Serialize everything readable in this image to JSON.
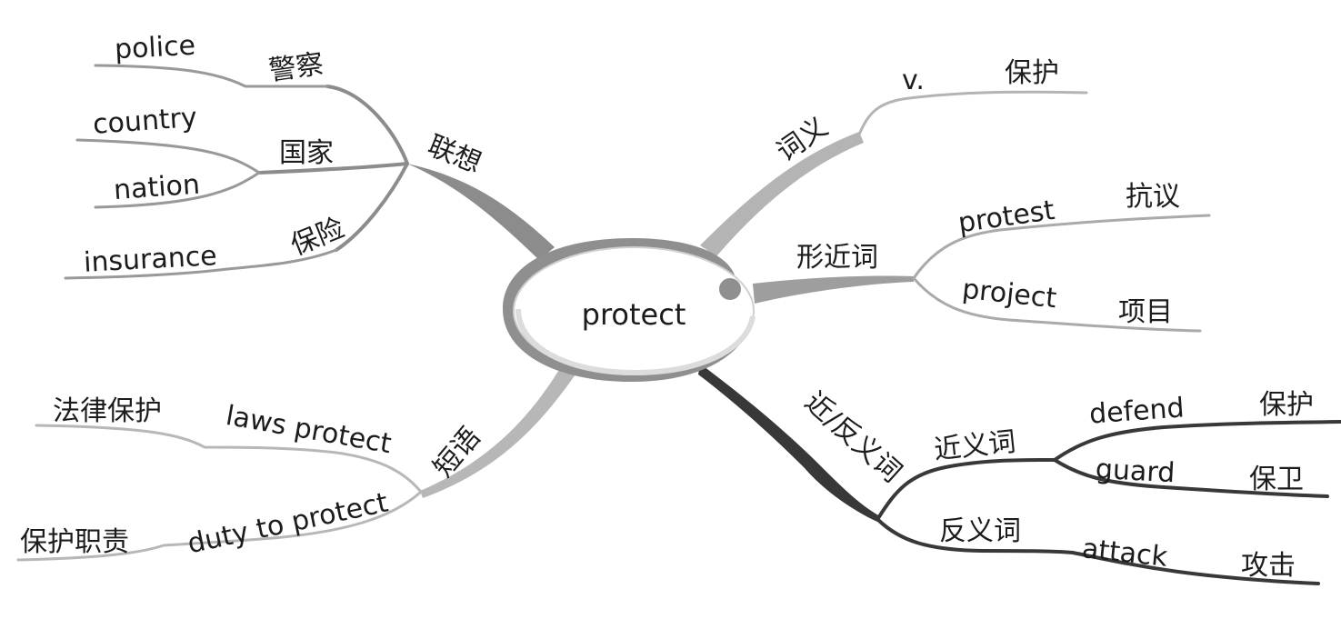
{
  "center": {
    "word": "protect"
  },
  "colors": {
    "association": "#8c8c8c",
    "meaning": "#b4b4b4",
    "similar_form": "#9e9e9e",
    "phrases": "#b7b7b7",
    "synonym_antonym": "#383838",
    "center_ring": "#8f8f8f"
  },
  "branches": {
    "association": {
      "label": "联想",
      "items": [
        {
          "cn": "警察",
          "en": "police"
        },
        {
          "cn": "国家",
          "en": [
            "country",
            "nation"
          ]
        },
        {
          "cn": "保险",
          "en": "insurance"
        }
      ]
    },
    "meaning": {
      "label": "词义",
      "pos": "v.",
      "cn": "保护"
    },
    "similar_form": {
      "label": "形近词",
      "items": [
        {
          "en": "protest",
          "cn": "抗议"
        },
        {
          "en": "project",
          "cn": "项目"
        }
      ]
    },
    "phrases": {
      "label": "短语",
      "items": [
        {
          "en": "laws protect",
          "cn": "法律保护"
        },
        {
          "en": "duty to protect",
          "cn": "保护职责"
        }
      ]
    },
    "synonym_antonym": {
      "label": "近/反义词",
      "synonym": {
        "label": "近义词",
        "items": [
          {
            "en": "defend",
            "cn": "保护"
          },
          {
            "en": "guard",
            "cn": "保卫"
          }
        ]
      },
      "antonym": {
        "label": "反义词",
        "items": [
          {
            "en": "attack",
            "cn": "攻击"
          }
        ]
      }
    }
  }
}
